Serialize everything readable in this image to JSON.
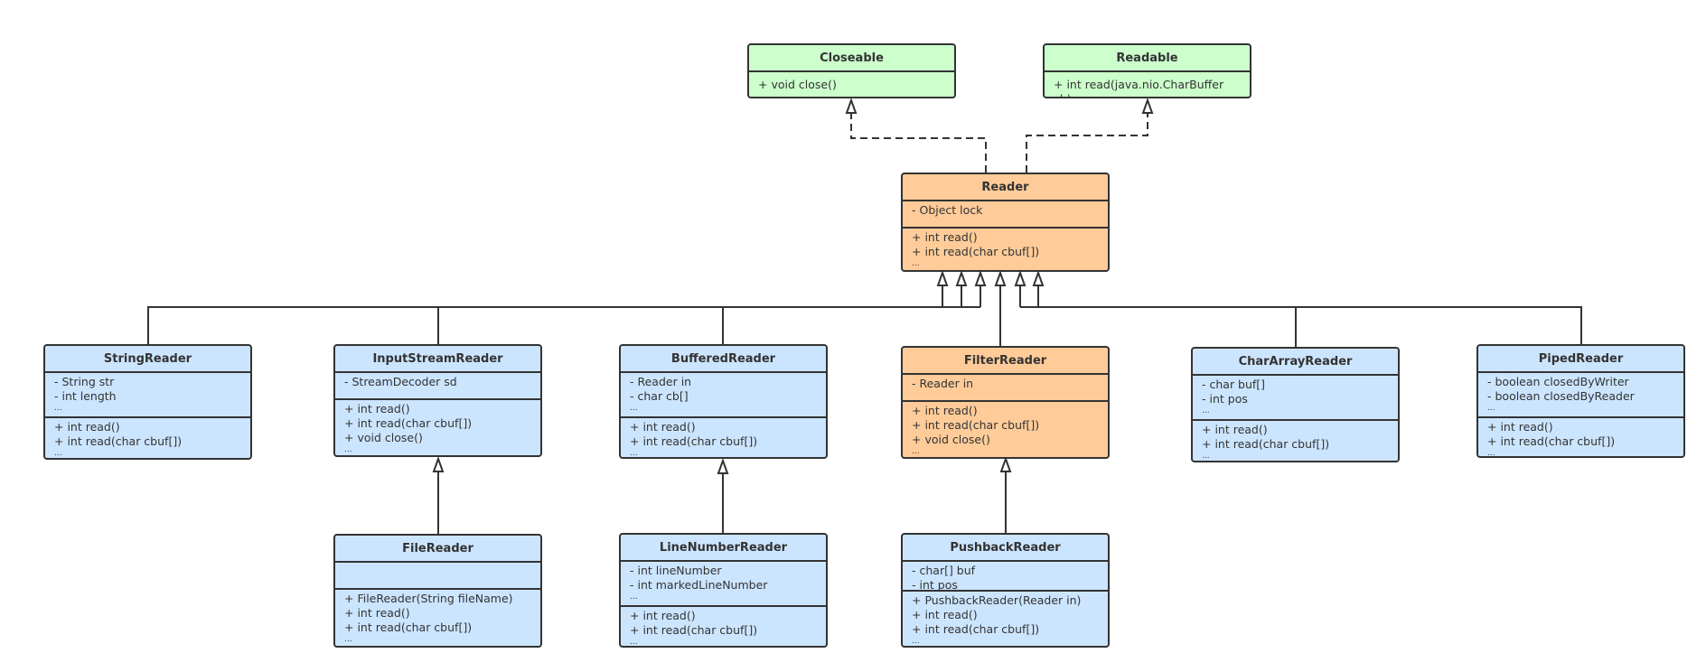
{
  "colors": {
    "interface": "#ccffcc",
    "abstract": "#ffcc99",
    "concrete": "#cce5ff",
    "line": "#333333"
  },
  "classes": [
    {
      "id": "closeable",
      "name": "Closeable",
      "fill": "green",
      "fields": [],
      "methods": [
        "+ void close()"
      ]
    },
    {
      "id": "readable",
      "name": "Readable",
      "fill": "green",
      "fields": [],
      "methods": [
        "+ int read(java.nio.CharBuffer cb)"
      ]
    },
    {
      "id": "reader",
      "name": "Reader",
      "fill": "orange",
      "fields": [
        "- Object lock"
      ],
      "methods": [
        "+ int read()",
        "+ int read(char cbuf[])",
        "..."
      ]
    },
    {
      "id": "stringreader",
      "name": "StringReader",
      "fill": "blue",
      "fields": [
        "- String str",
        "- int length",
        "..."
      ],
      "methods": [
        "+ int read()",
        "+ int read(char cbuf[])",
        "..."
      ]
    },
    {
      "id": "inputstreamreader",
      "name": "InputStreamReader",
      "fill": "blue",
      "fields": [
        "- StreamDecoder sd"
      ],
      "methods": [
        "+ int read()",
        "+ int read(char cbuf[])",
        "+ void close()",
        "..."
      ]
    },
    {
      "id": "bufferedreader",
      "name": "BufferedReader",
      "fill": "blue",
      "fields": [
        "- Reader in",
        "- char cb[]",
        "..."
      ],
      "methods": [
        "+ int read()",
        "+ int read(char cbuf[])",
        "..."
      ]
    },
    {
      "id": "filterreader",
      "name": "FilterReader",
      "fill": "orange",
      "fields": [
        "- Reader in"
      ],
      "methods": [
        "+ int read()",
        "+ int read(char cbuf[])",
        "+ void close()",
        "..."
      ]
    },
    {
      "id": "chararrayreader",
      "name": "CharArrayReader",
      "fill": "blue",
      "fields": [
        "- char buf[]",
        "- int pos",
        "..."
      ],
      "methods": [
        "+ int read()",
        "+ int read(char cbuf[])",
        "..."
      ]
    },
    {
      "id": "pipedreader",
      "name": "PipedReader",
      "fill": "blue",
      "fields": [
        "- boolean closedByWriter",
        "- boolean closedByReader",
        "..."
      ],
      "methods": [
        "+ int read()",
        "+ int read(char cbuf[])",
        "..."
      ]
    },
    {
      "id": "filereader",
      "name": "FileReader",
      "fill": "blue",
      "fields": [],
      "methods": [
        "+ FileReader(String fileName)",
        "+ int read()",
        "+ int read(char cbuf[])",
        "..."
      ]
    },
    {
      "id": "linenumberreader",
      "name": "LineNumberReader",
      "fill": "blue",
      "fields": [
        "- int lineNumber",
        "- int markedLineNumber",
        "..."
      ],
      "methods": [
        "+ int read()",
        "+ int read(char cbuf[])",
        "..."
      ]
    },
    {
      "id": "pushbackreader",
      "name": "PushbackReader",
      "fill": "blue",
      "fields": [
        "- char[] buf",
        "- int pos"
      ],
      "methods": [
        "+ PushbackReader(Reader in)",
        "+ int read()",
        "+ int read(char cbuf[])",
        "..."
      ]
    }
  ],
  "relations": [
    {
      "from": "Reader",
      "to": "Closeable",
      "type": "realization"
    },
    {
      "from": "Reader",
      "to": "Readable",
      "type": "realization"
    },
    {
      "from": "StringReader",
      "to": "Reader",
      "type": "generalization"
    },
    {
      "from": "InputStreamReader",
      "to": "Reader",
      "type": "generalization"
    },
    {
      "from": "BufferedReader",
      "to": "Reader",
      "type": "generalization"
    },
    {
      "from": "FilterReader",
      "to": "Reader",
      "type": "generalization"
    },
    {
      "from": "CharArrayReader",
      "to": "Reader",
      "type": "generalization"
    },
    {
      "from": "PipedReader",
      "to": "Reader",
      "type": "generalization"
    },
    {
      "from": "FileReader",
      "to": "InputStreamReader",
      "type": "generalization"
    },
    {
      "from": "LineNumberReader",
      "to": "BufferedReader",
      "type": "generalization"
    },
    {
      "from": "PushbackReader",
      "to": "FilterReader",
      "type": "generalization"
    }
  ]
}
